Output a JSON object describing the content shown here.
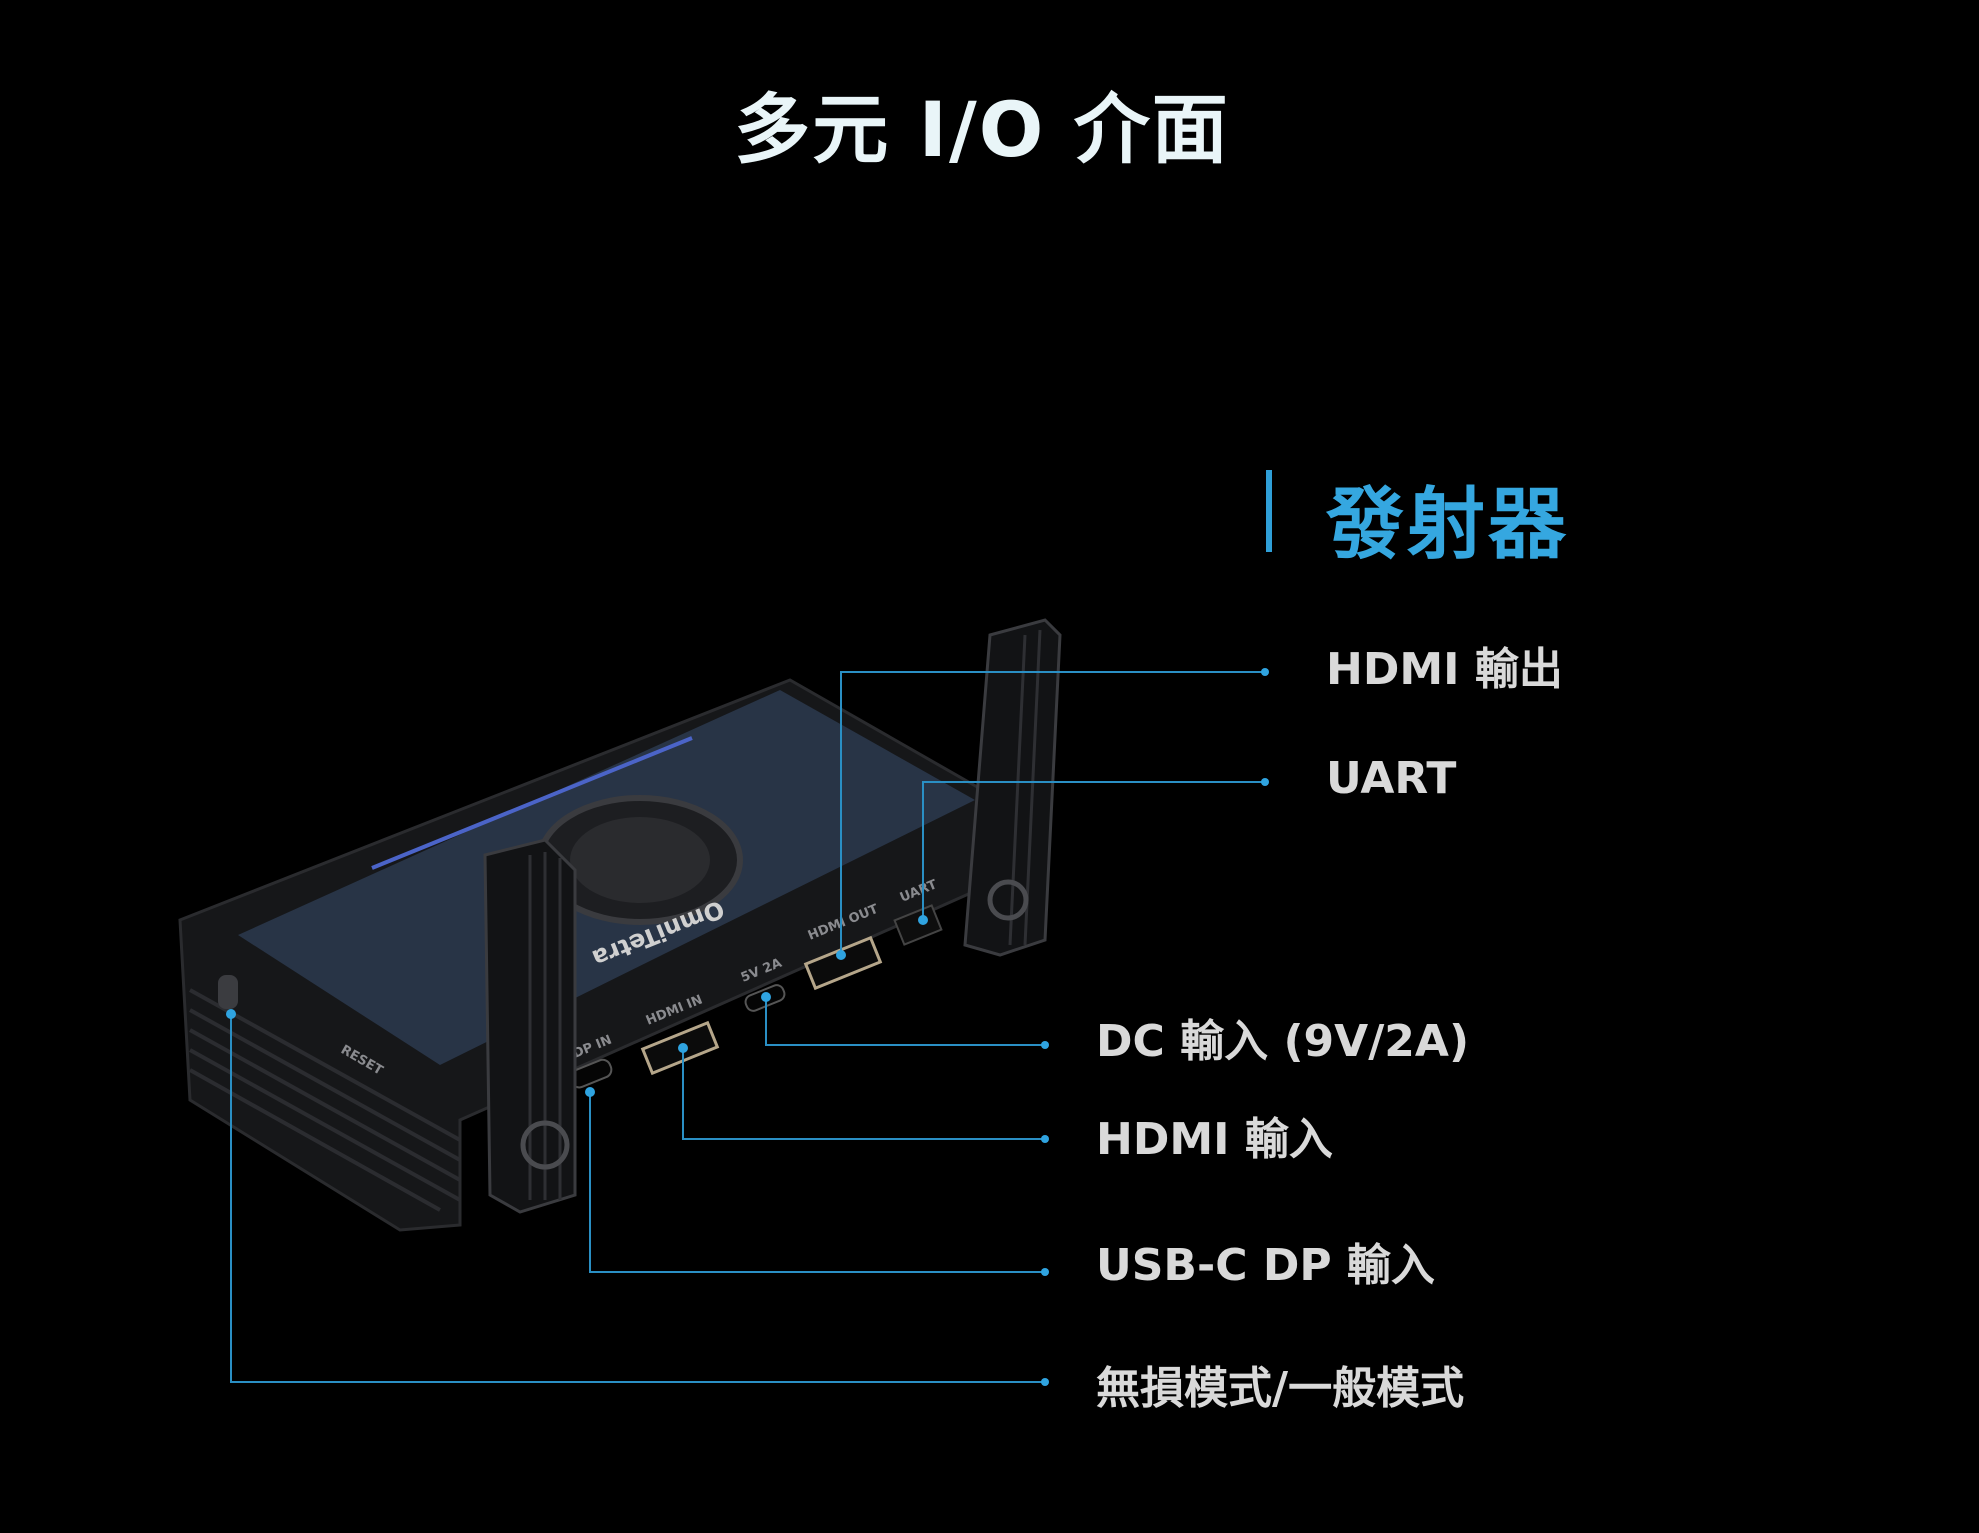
{
  "header": {
    "title": "多元 I/O 介面"
  },
  "section": {
    "title": "發射器"
  },
  "device": {
    "brand": "OmniTetra",
    "port_labels": [
      "DP IN",
      "HDMI IN",
      "5V 2A",
      "HDMI OUT",
      "UART",
      "RESET"
    ]
  },
  "callouts": [
    {
      "label": "HDMI 輸出"
    },
    {
      "label": "UART"
    },
    {
      "label": "DC 輸入 (9V/2A)"
    },
    {
      "label": "HDMI 輸入"
    },
    {
      "label": "USB-C DP 輸入"
    },
    {
      "label": "無損模式/一般模式"
    }
  ],
  "colors": {
    "accent": "#2f9fd8",
    "line": "#2a8fc4",
    "text": "#d9d9d9"
  }
}
